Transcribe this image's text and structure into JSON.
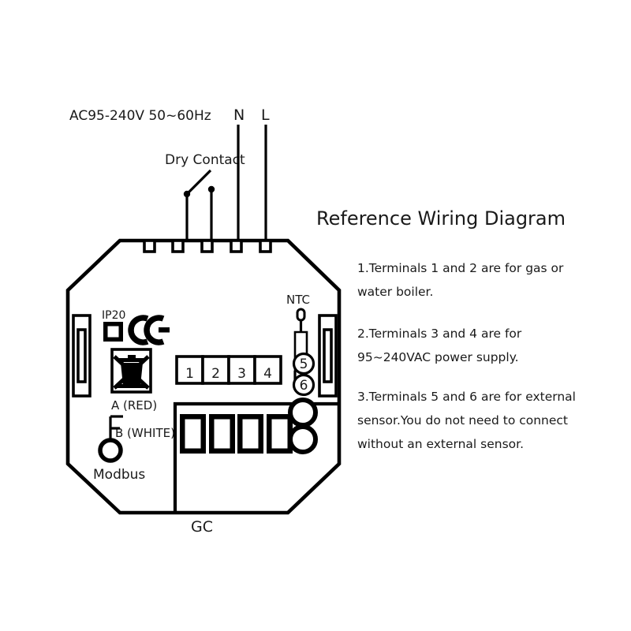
{
  "document": {
    "title": "Reference Wiring Diagram",
    "device_caption": "GC"
  },
  "top_labels": {
    "supply": "AC95-240V  50~60Hz",
    "neutral": "N",
    "live": "L",
    "dry_contact": "Dry Contact"
  },
  "device": {
    "ingress_rating": "IP20",
    "ce_mark": "CE",
    "weee_mark": "crossed-out-wheelie-bin",
    "modbus": {
      "label": "Modbus",
      "line_a": "A (RED)",
      "line_b": "B (WHITE)"
    },
    "ntc": {
      "label": "NTC",
      "terminal_5": "5",
      "terminal_6": "6"
    },
    "terminals": [
      {
        "id": "1",
        "label": "1"
      },
      {
        "id": "2",
        "label": "2"
      },
      {
        "id": "3",
        "label": "3"
      },
      {
        "id": "4",
        "label": "4"
      }
    ]
  },
  "notes": [
    {
      "id": "note-1",
      "lines": [
        "1.Terminals 1 and 2 are for gas or",
        "water boiler."
      ]
    },
    {
      "id": "note-2",
      "lines": [
        "2.Terminals 3 and 4 are for",
        "95~240VAC power supply."
      ]
    },
    {
      "id": "note-3",
      "lines": [
        "3.Terminals 5 and 6 are for external",
        "sensor.You do not need to connect",
        "without an external sensor."
      ]
    }
  ],
  "colors": {
    "background": "#ffffff",
    "ink": "#000000",
    "text": "#1a1a1a"
  }
}
